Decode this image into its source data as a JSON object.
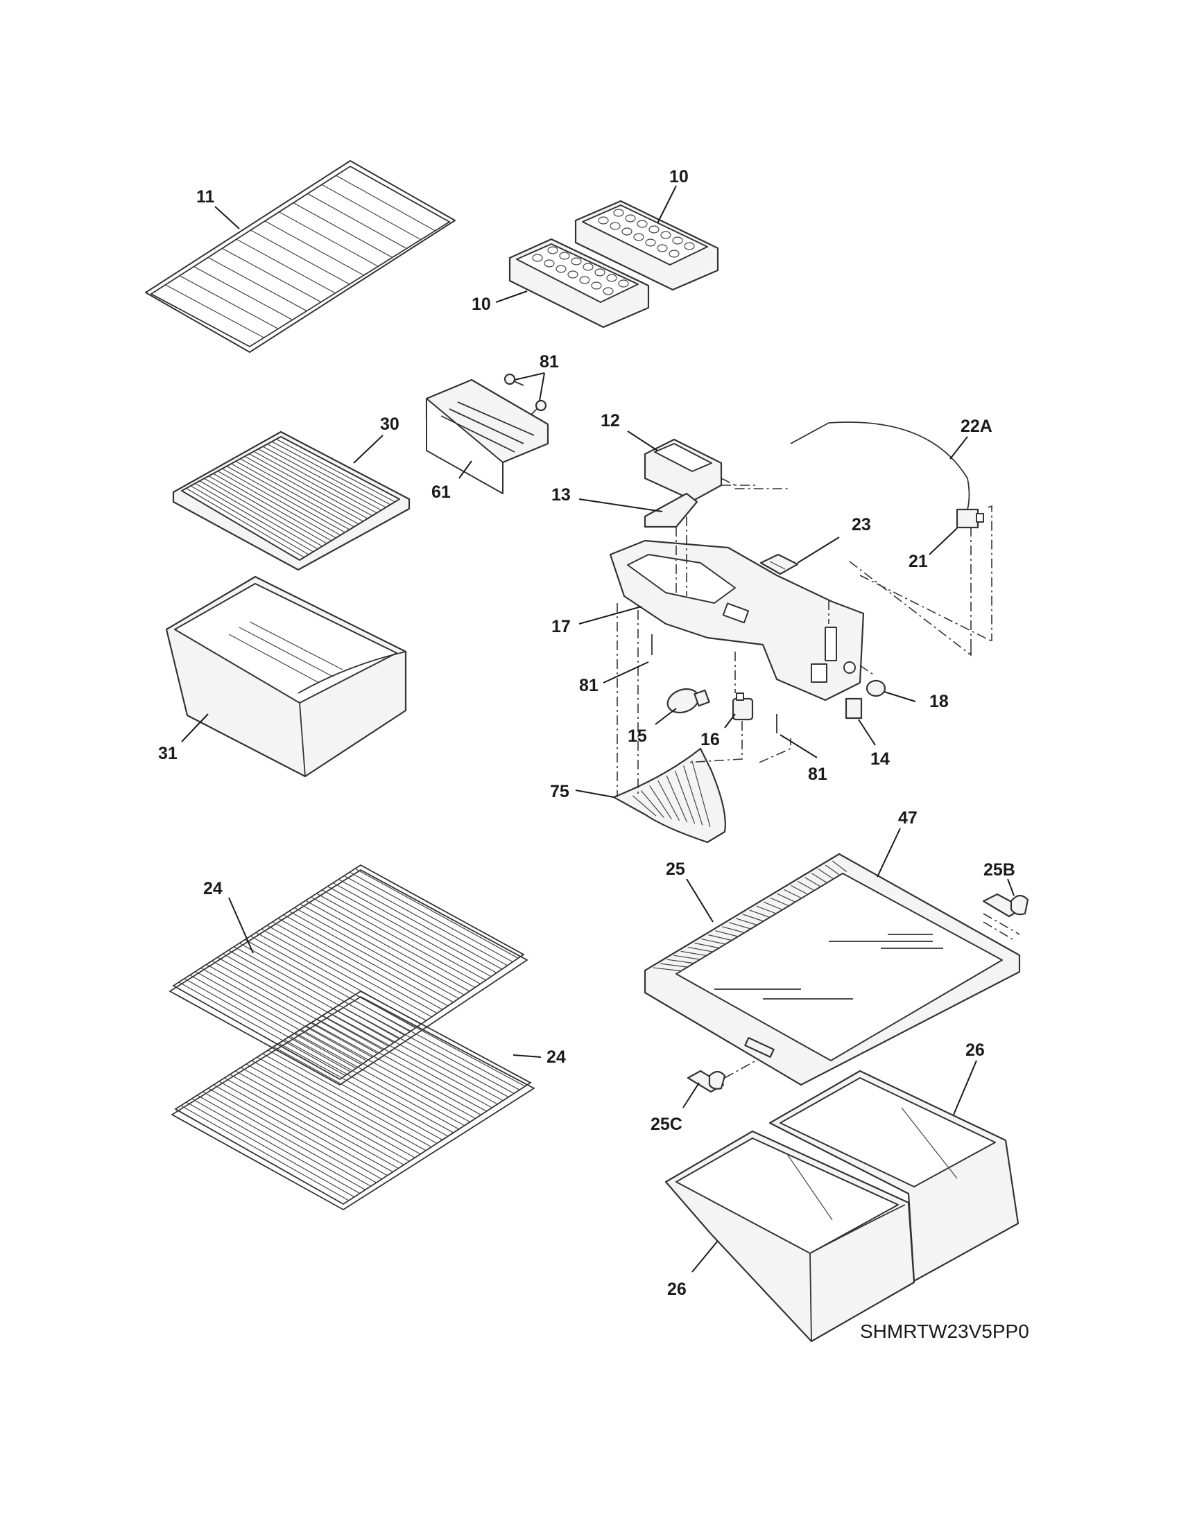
{
  "diagram_code": "SHMRTW23V5PP0",
  "callouts": {
    "c11": "11",
    "c10a": "10",
    "c10b": "10",
    "c81a": "81",
    "c61": "61",
    "c30": "30",
    "c12": "12",
    "c22A": "22A",
    "c13": "13",
    "c23": "23",
    "c21": "21",
    "c17": "17",
    "c81b": "81",
    "c18": "18",
    "c15": "15",
    "c16": "16",
    "c81c": "81",
    "c14": "14",
    "c31": "31",
    "c75": "75",
    "c47": "47",
    "c25": "25",
    "c25B": "25B",
    "c24a": "24",
    "c24b": "24",
    "c26a": "26",
    "c25C": "25C",
    "c26b": "26"
  }
}
